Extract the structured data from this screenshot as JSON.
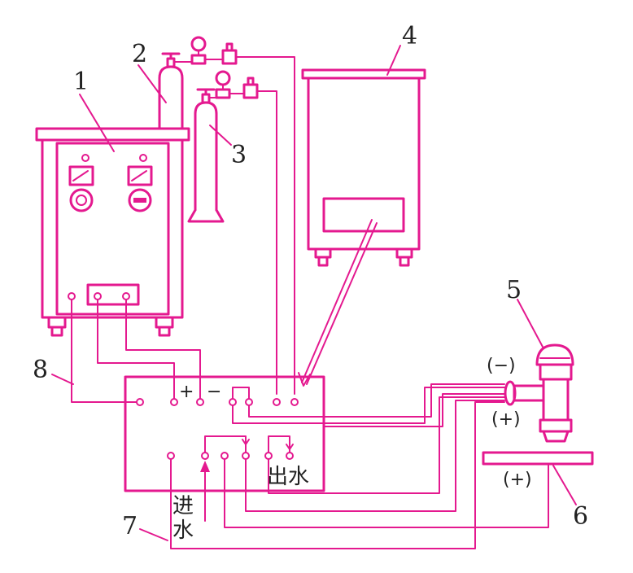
{
  "colors": {
    "line": "#e4198f",
    "label": "#222222",
    "background": "#ffffff"
  },
  "labels": {
    "n1": "1",
    "n2": "2",
    "n3": "3",
    "n4": "4",
    "n5": "5",
    "n6": "6",
    "n7": "7",
    "n8": "8"
  },
  "terminals": {
    "plus": "+",
    "minus": "−",
    "torch_minus": "(−)",
    "torch_plus": "(+)",
    "work_plus": "(+)"
  },
  "water": {
    "in_line1": "进",
    "in_line2": "水",
    "out": "出水"
  }
}
